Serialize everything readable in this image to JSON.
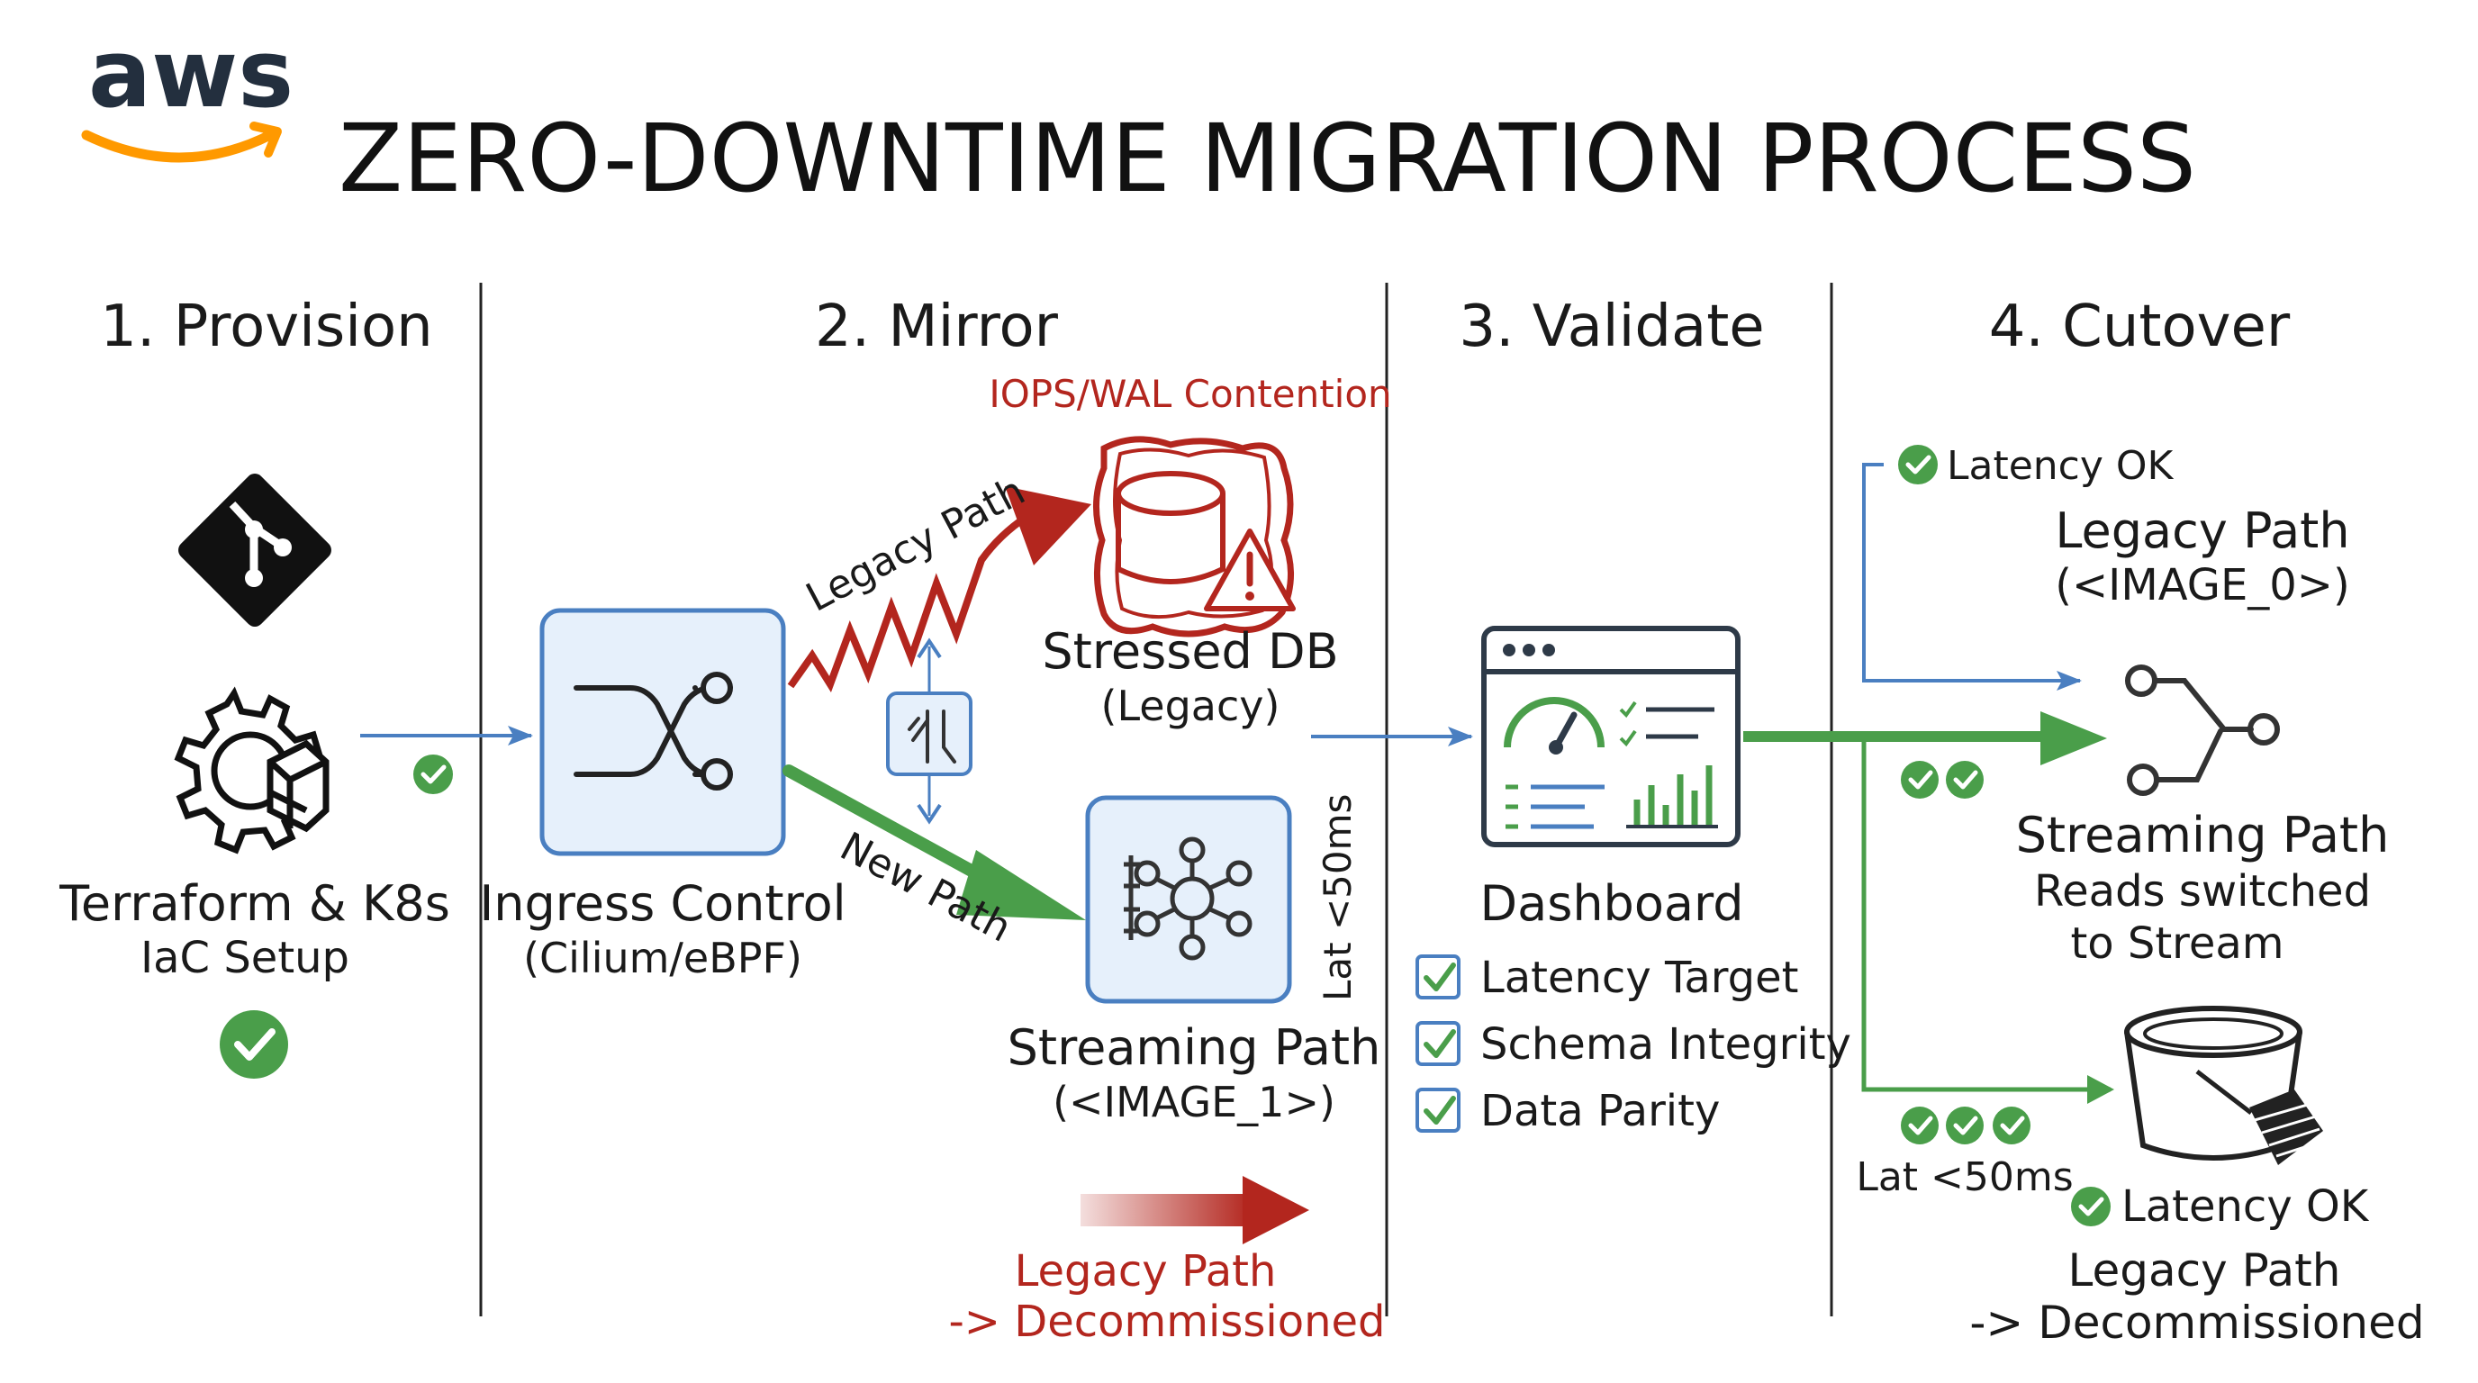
{
  "logo": {
    "text": "aws"
  },
  "title": "ZERO-DOWNTIME MIGRATION PROCESS",
  "stages": {
    "provision": {
      "header": "1. Provision",
      "label": "Terraform & K8s",
      "sublabel": "IaC Setup"
    },
    "mirror": {
      "header": "2. Mirror",
      "contention": "IOPS/WAL Contention",
      "legacy_path": "Legacy Path",
      "new_path": "New Path",
      "ingress_label": "Ingress Control",
      "ingress_sublabel": "(Cilium/eBPF)",
      "db_label": "Stressed DB",
      "db_sublabel": "(Legacy)",
      "stream_label": "Streaming Path",
      "stream_sublabel": "(<IMAGE_1>)",
      "latency": "Lat <50ms",
      "decom_line1": "Legacy Path",
      "decom_line2": "-> Decommissioned"
    },
    "validate": {
      "header": "3. Validate",
      "dashboard_label": "Dashboard",
      "checks": [
        "Latency Target",
        "Schema Integrity",
        "Data Parity"
      ]
    },
    "cutover": {
      "header": "4. Cutover",
      "latency_ok_top": "Latency OK",
      "legacy_label": "Legacy Path",
      "legacy_sublabel": "(<IMAGE_0>)",
      "stream_label": "Streaming Path",
      "stream_sub1": "Reads switched",
      "stream_sub2": "to Stream",
      "latency": "Lat <50ms",
      "latency_ok_bottom": "Latency OK",
      "decom_line1": "Legacy Path",
      "decom_line2": "-> Decommissioned"
    }
  },
  "colors": {
    "brand_orange": "#ff9900",
    "alert_red": "#b3261e",
    "success_green": "#4a9e4a",
    "flow_blue": "#4a7fc1",
    "box_fill": "#e6f0fb"
  }
}
